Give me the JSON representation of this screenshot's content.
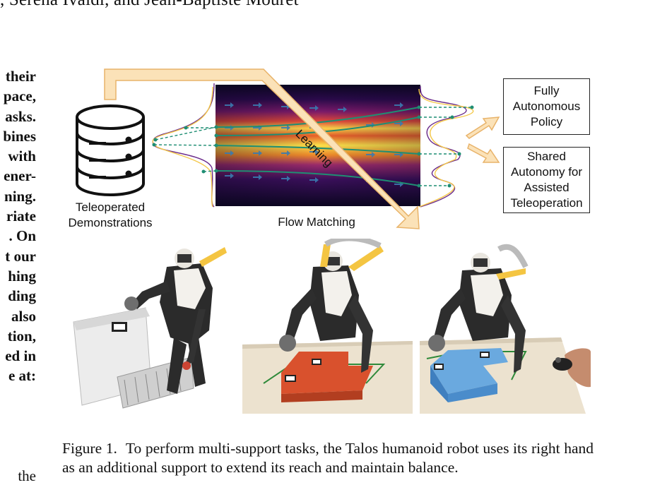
{
  "header": {
    "authors_fragment": ", Serena Ivaldi, and Jean-Baptiste Mouret"
  },
  "abstract_fragment": [
    "their",
    "pace,",
    "asks.",
    "bines",
    "with",
    "ener-",
    "ning.",
    "riate",
    ". On",
    "t our",
    "hing",
    "ding",
    "also",
    "tion,",
    "ed in",
    "e at:"
  ],
  "figure": {
    "labels": {
      "teleoperated": [
        "Teleoperated",
        "Demonstrations"
      ],
      "flow_matching": "Flow Matching",
      "learning": "Learning",
      "fully_autonomous": [
        "Fully",
        "Autonomous",
        "Policy"
      ],
      "shared_autonomy": [
        "Shared",
        "Autonomy for",
        "Assisted",
        "Teleoperation"
      ]
    },
    "colors": {
      "arrow_fill": "#fbe2b8",
      "arrow_stroke": "#e8b36a",
      "heat_dark": "#0b0620",
      "heat_hot": "#fde24a",
      "flow_line": "#1f8e73"
    }
  },
  "caption": {
    "label": "Figure 1.",
    "text": "To perform multi-support tasks, the Talos humanoid robot uses its right hand as an additional support to extend its reach and maintain balance."
  },
  "bottom_fragment": "the"
}
